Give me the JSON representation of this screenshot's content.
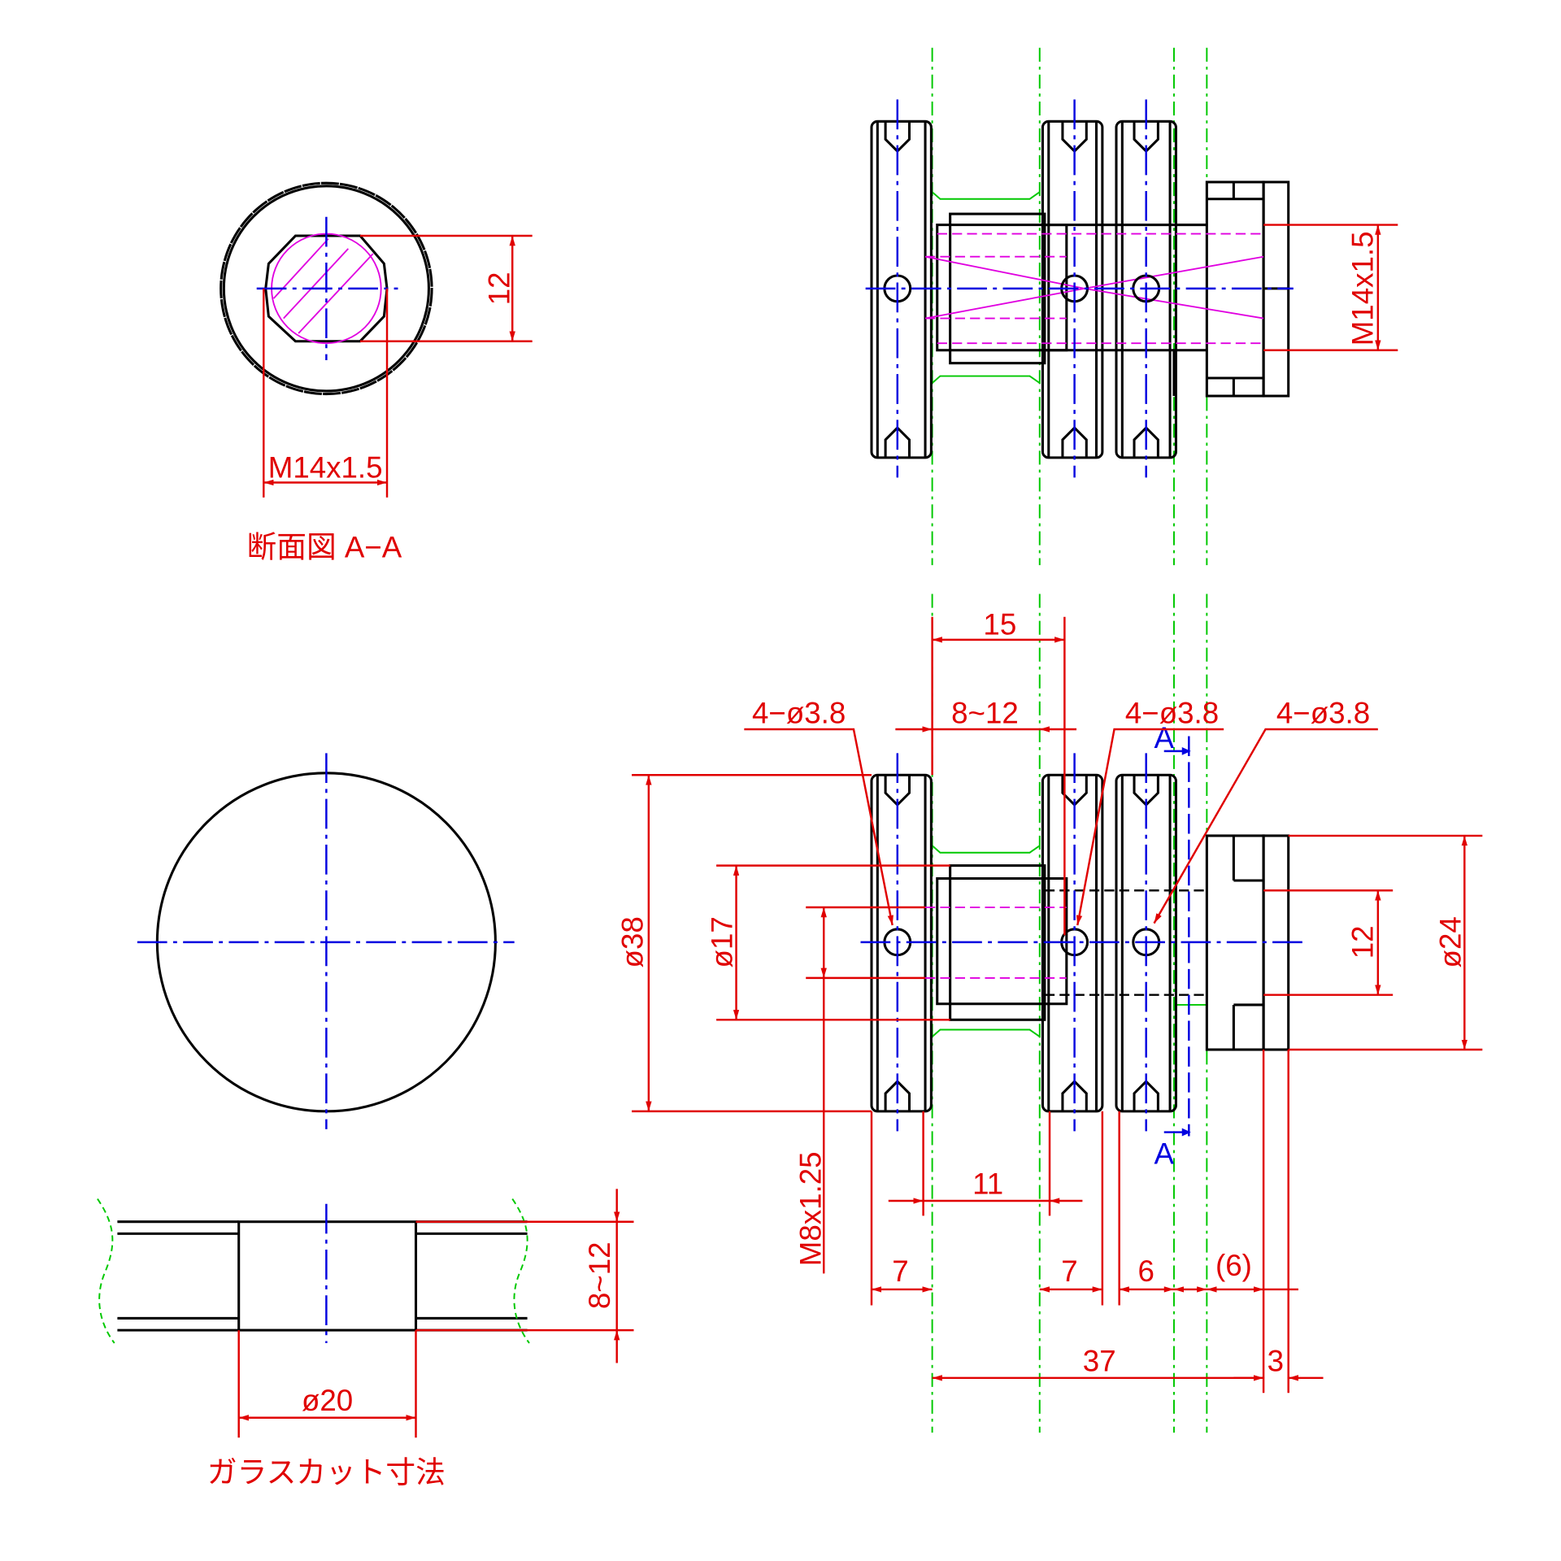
{
  "section_view": {
    "title": "断面図 A−A",
    "thread_label": "M14x1.5",
    "flat_dim": "12"
  },
  "glass_cut": {
    "title": "ガラスカット寸法",
    "hole_dia": "ø20",
    "glass_thickness": "8~12"
  },
  "top_view": {
    "thread_label": "M14x1.5"
  },
  "main_view": {
    "dim_15": "15",
    "dim_glass": "8~12",
    "hole_callout_left": "4−ø3.8",
    "hole_callout_mid": "4−ø3.8",
    "hole_callout_right": "4−ø3.8",
    "section_mark_top": "A",
    "section_mark_bottom": "A",
    "dia_38": "ø38",
    "dia_17": "ø17",
    "thread_m8": "M8x1.25",
    "flat_12": "12",
    "dia_24": "ø24",
    "dim_11": "11",
    "dim_7a": "7",
    "dim_7b": "7",
    "dim_6": "6",
    "dim_6ref": "(6)",
    "dim_37": "37",
    "dim_3": "3"
  },
  "colors": {
    "dimension": "#e00000",
    "centerline": "#0000e0",
    "glass": "#00c800",
    "thread": "#e000e0",
    "outline": "#000000"
  }
}
